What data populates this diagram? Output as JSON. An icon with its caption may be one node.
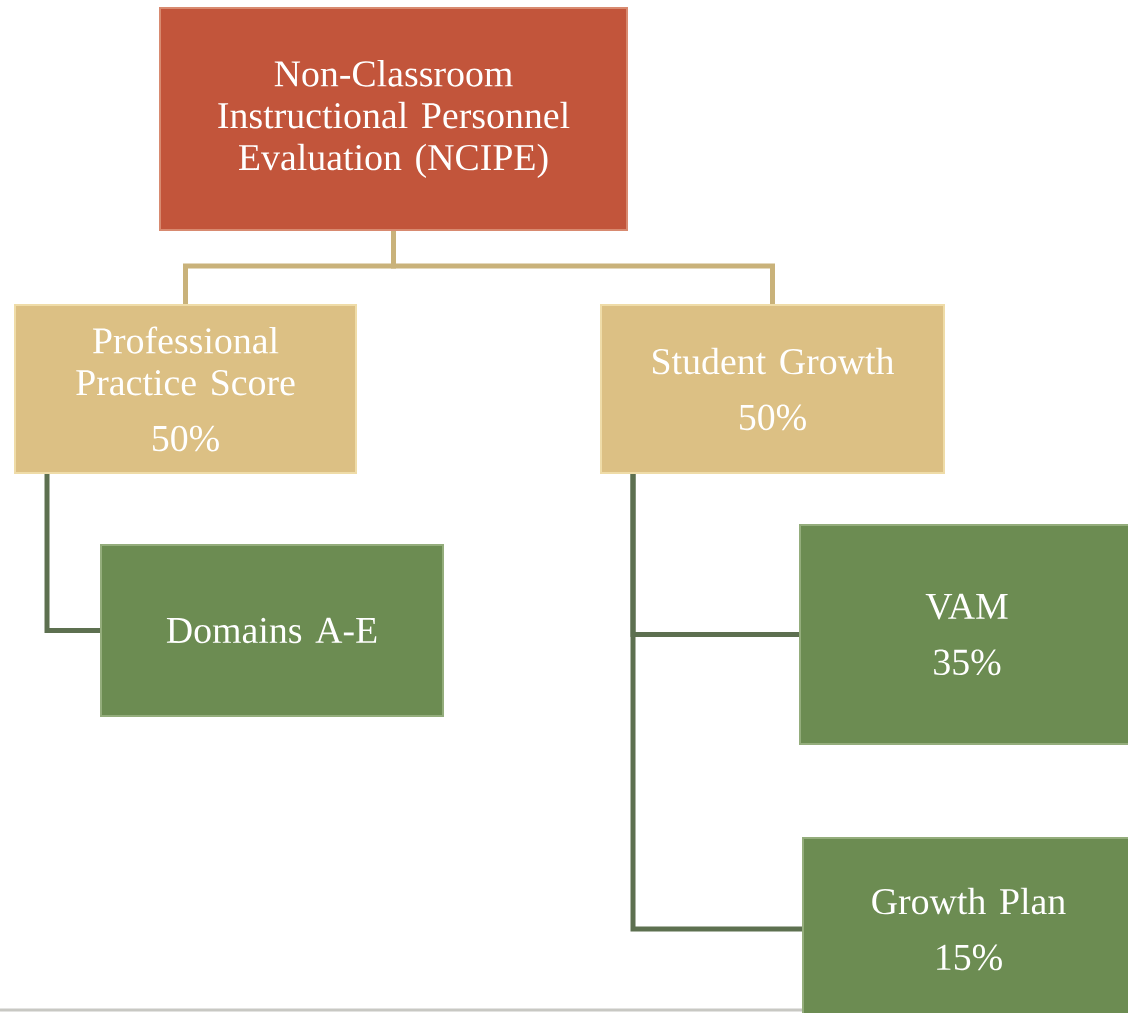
{
  "diagram": {
    "nodes": [
      {
        "text": [
          "Non-Classroom Instructional Personnel Evaluation (NCIPE)"
        ]
      },
      {
        "text": [
          "Professional Practice Score",
          "50%"
        ]
      },
      {
        "text": [
          "Student Growth",
          "50%"
        ]
      },
      {
        "text": [
          "Domains A-E"
        ]
      },
      {
        "text": [
          "VAM",
          "35%"
        ]
      },
      {
        "text": [
          "Growth Plan",
          "15%"
        ]
      }
    ],
    "edges": [
      {
        "from": 0,
        "to": 1,
        "arrow": "none",
        "color": "#c9b27a"
      },
      {
        "from": 0,
        "to": 2,
        "arrow": "none",
        "color": "#c9b27a"
      },
      {
        "from": 1,
        "to": 3,
        "arrow": "none"
      },
      {
        "from": 2,
        "to": 4,
        "arrow": "none"
      },
      {
        "from": 2,
        "to": 5,
        "arrow": "none"
      }
    ]
  }
}
